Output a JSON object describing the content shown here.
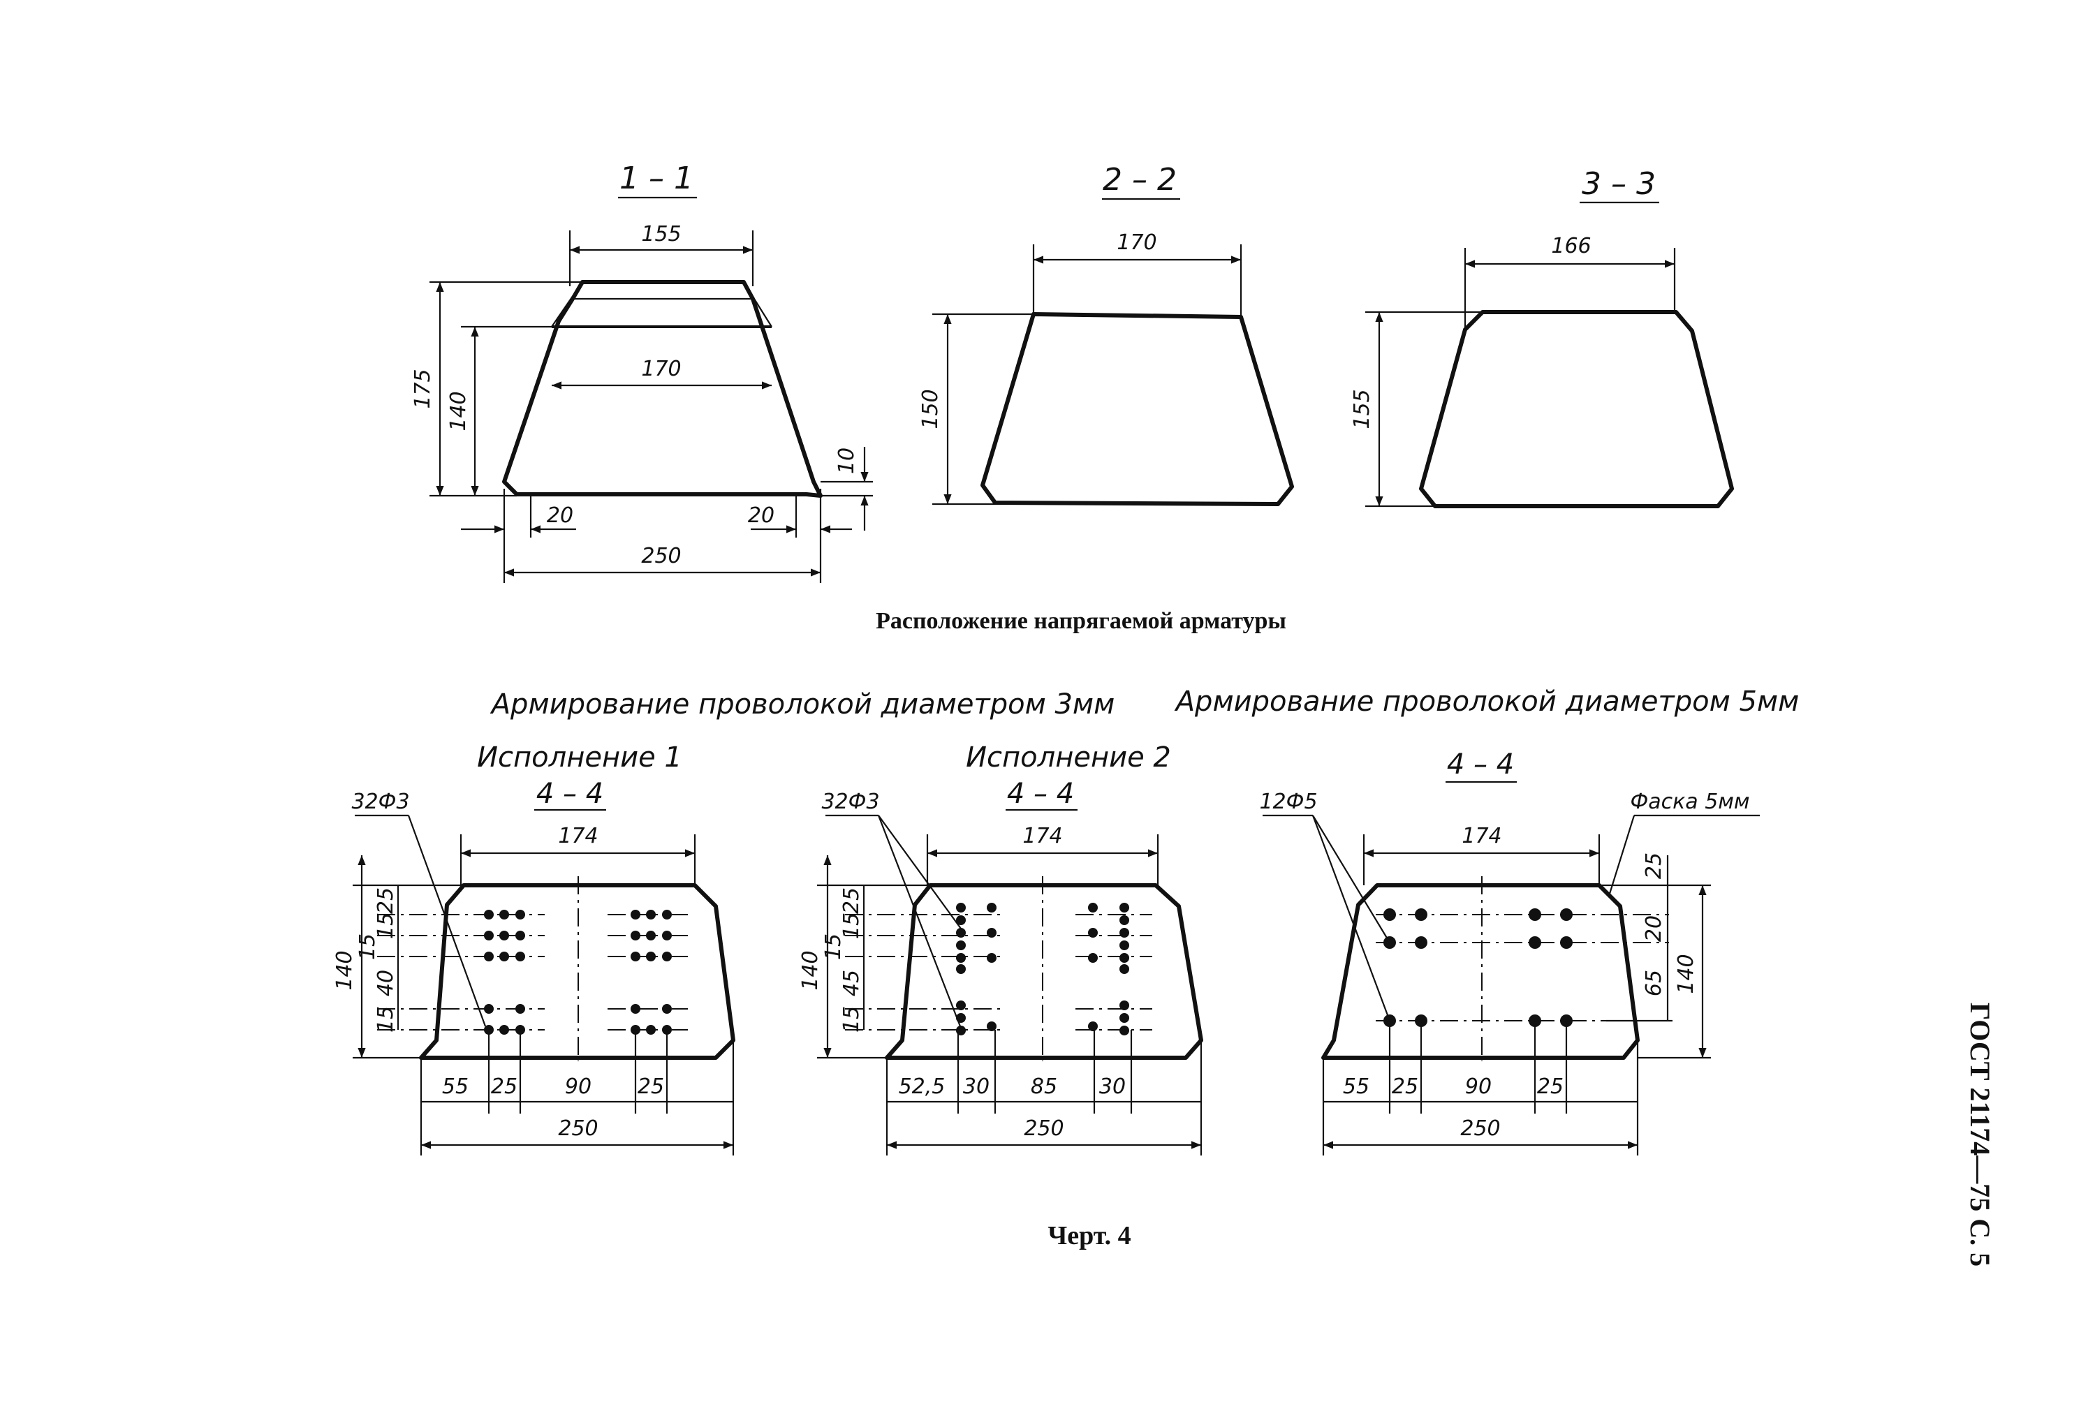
{
  "colors": {
    "ink": "#111111",
    "paper": "#ffffff"
  },
  "sections": {
    "s11": {
      "title": "1 – 1",
      "dims": {
        "top_width": "155",
        "mid_width": "170",
        "height_total": "175",
        "height_inner": "140",
        "chamfer_h": "10",
        "chamfer_left": "20",
        "chamfer_right": "20",
        "bottom_width": "250"
      }
    },
    "s22": {
      "title": "2 – 2",
      "dims": {
        "top_width": "170",
        "height": "150"
      }
    },
    "s33": {
      "title": "3 – 3",
      "dims": {
        "top_width": "166",
        "height": "155"
      }
    }
  },
  "heading": "Расположение напрягаемой арматуры",
  "subheadings": {
    "wire3": "Армирование проволокой диаметром 3мм",
    "wire5": "Армирование проволокой диаметром 5мм"
  },
  "v1": {
    "variant": "Исполнение 1",
    "title": "4 – 4",
    "callout": "32Ф3",
    "dims": {
      "top_width": "174",
      "height": "140",
      "v_dims": [
        "25",
        "15",
        "15",
        "40",
        "15"
      ],
      "bottom": [
        "55",
        "25",
        "90",
        "25"
      ],
      "total": "250"
    }
  },
  "v2": {
    "variant": "Исполнение 2",
    "title": "4 – 4",
    "callout": "32Ф3",
    "dims": {
      "top_width": "174",
      "height": "140",
      "v_dims": [
        "25",
        "15",
        "15",
        "45",
        "15"
      ],
      "bottom": [
        "52,5",
        "30",
        "85",
        "30"
      ],
      "total": "250"
    }
  },
  "v3": {
    "title": "4 – 4",
    "callout": "12Ф5",
    "chamfer_note": "Фаска 5мм",
    "dims": {
      "top_width": "174",
      "height": "140",
      "right_dims": [
        "25",
        "20",
        "65"
      ],
      "bottom": [
        "55",
        "25",
        "90",
        "25"
      ],
      "total": "250"
    }
  },
  "caption": "Черт. 4",
  "side_label": "ГОСТ 21174—75 С. 5"
}
